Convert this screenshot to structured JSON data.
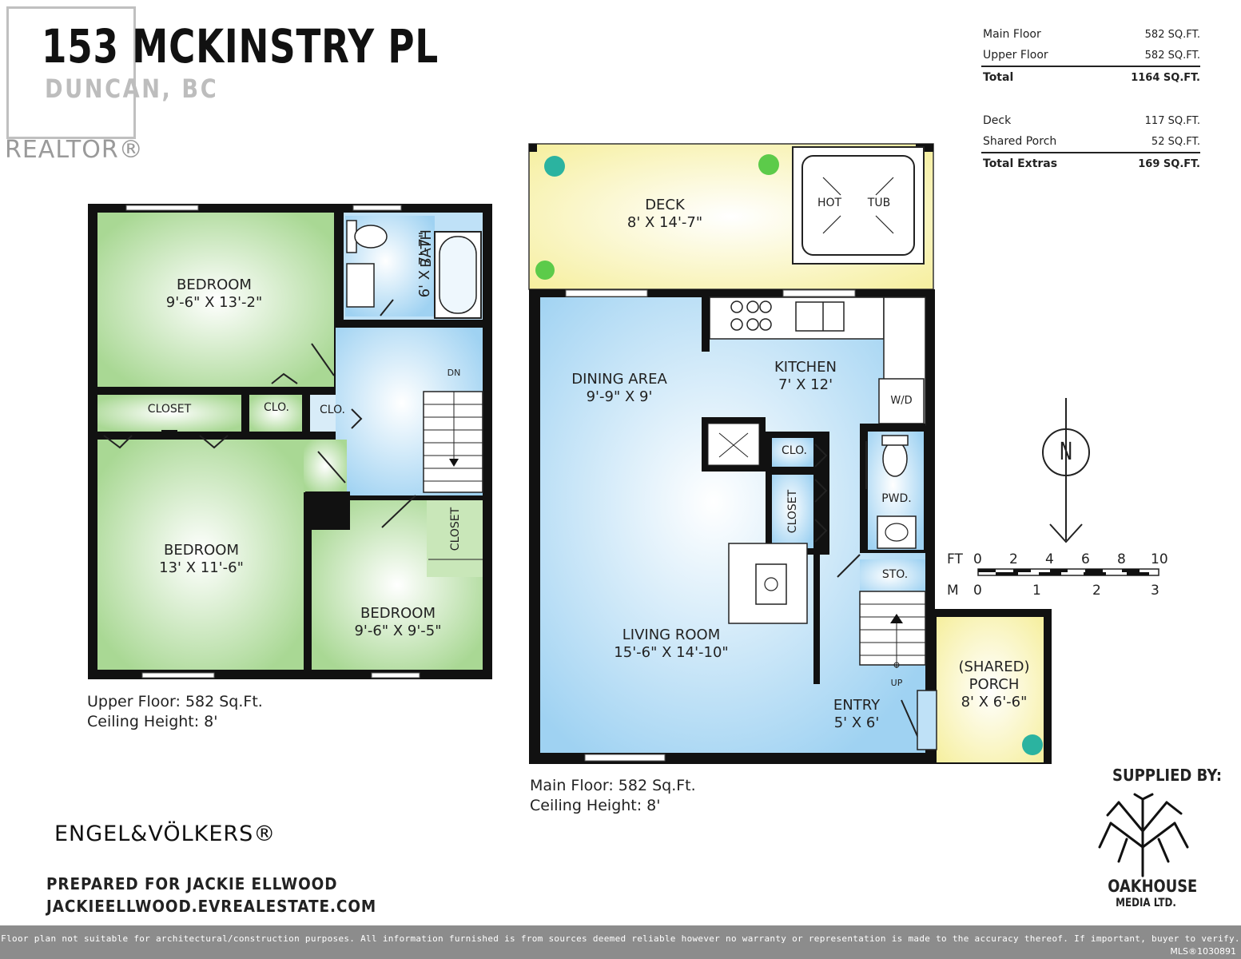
{
  "header": {
    "address": "153 MCKINSTRY PL",
    "city": "DUNCAN, BC"
  },
  "watermark": {
    "realtor": "REALTOR®"
  },
  "area_summary": {
    "rows": [
      {
        "label": "Main Floor",
        "value": "582 SQ.FT."
      },
      {
        "label": "Upper Floor",
        "value": "582 SQ.FT."
      },
      {
        "label": "Total",
        "value": "1164 SQ.FT.",
        "total": true
      },
      {
        "label": "Deck",
        "value": "117 SQ.FT."
      },
      {
        "label": "Shared Porch",
        "value": "52 SQ.FT."
      },
      {
        "label": "Total Extras",
        "value": "169 SQ.FT.",
        "total": true
      }
    ]
  },
  "upper_floor": {
    "rooms": {
      "bedroom1_name": "BEDROOM",
      "bedroom1_dim": "9'-6\" X 13'-2\"",
      "bath_name": "BATH",
      "bath_dim": "6' X 7'-7\"",
      "closet_main": "CLOSET",
      "clo_a": "CLO.",
      "clo_b": "CLO.",
      "stairs_dn": "DN",
      "bedroom2_name": "BEDROOM",
      "bedroom2_dim": "13' X 11'-6\"",
      "bedroom3_name": "BEDROOM",
      "bedroom3_dim": "9'-6\" X 9'-5\"",
      "closet_side": "CLOSET"
    },
    "info_area": "Upper Floor: 582 Sq.Ft.",
    "info_ceiling": "Ceiling Height: 8'"
  },
  "main_floor": {
    "rooms": {
      "deck_name": "DECK",
      "deck_dim": "8' X 14'-7\"",
      "hot": "HOT",
      "tub": "TUB",
      "dining_name": "DINING AREA",
      "dining_dim": "9'-9\" X 9'",
      "kitchen_name": "KITCHEN",
      "kitchen_dim": "7' X 12'",
      "wd": "W/D",
      "clo": "CLO.",
      "closet": "CLOSET",
      "pwd": "PWD.",
      "sto": "STO.",
      "up": "UP",
      "living_name": "LIVING ROOM",
      "living_dim": "15'-6\" X 14'-10\"",
      "entry_name": "ENTRY",
      "entry_dim": "5' X 6'",
      "porch_name1": "(SHARED)",
      "porch_name2": "PORCH",
      "porch_dim": "8' X 6'-6\""
    },
    "info_area": "Main Floor: 582 Sq.Ft.",
    "info_ceiling": "Ceiling Height: 8'"
  },
  "compass": {
    "letter": "N"
  },
  "scale": {
    "ft_label": "FT",
    "ft_ticks": [
      "0",
      "2",
      "4",
      "6",
      "8",
      "10"
    ],
    "m_label": "M",
    "m_ticks": [
      "0",
      "1",
      "2",
      "3"
    ]
  },
  "branding": {
    "agency": "ENGEL&VÖLKERS®",
    "prepared_line1": "PREPARED FOR JACKIE ELLWOOD",
    "prepared_line2": "JACKIEELLWOOD.EVREALESTATE.COM",
    "supplied_by": "SUPPLIED BY:",
    "supplier_name": "OAKHOUSE",
    "supplier_sub": "MEDIA LTD."
  },
  "footer": {
    "disclaimer": "Floor plan not suitable for architectural/construction purposes. All information furnished is from sources deemed reliable however no warranty or representation is made to the accuracy thereof. If important, buyer to verify.",
    "mls": "MLS®1030891"
  },
  "colors": {
    "upper_fill": "#c5e6b4",
    "main_fill": "#bfe1f7",
    "deck_fill": "#fbf6c6",
    "wall": "#111111"
  }
}
